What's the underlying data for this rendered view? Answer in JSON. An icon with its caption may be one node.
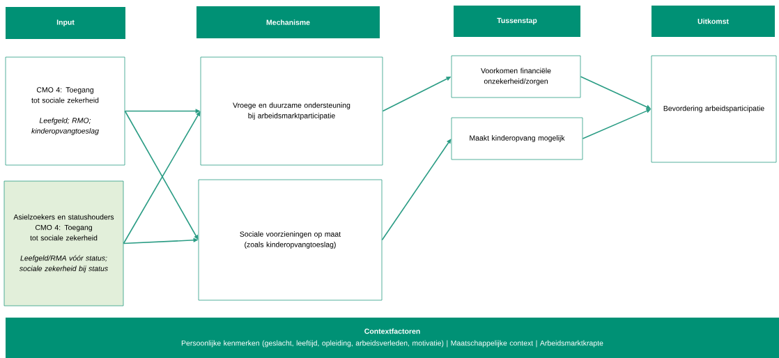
{
  "diagram": {
    "nodes": [
      {
        "text": [
          "Input"
        ]
      },
      {
        "text": [
          "Mechanisme"
        ]
      },
      {
        "text": [
          "Tussenstap"
        ]
      },
      {
        "text": [
          "Uitkomst"
        ]
      },
      {
        "text": [
          "CMO 4: Toegang tot sociale zekerheid",
          "Leefgeld; RMO; kinderopvangtoeslag"
        ]
      },
      {
        "text": [
          "Asielzoekers en statushouders",
          "CMO 4: Toegang tot sociale zekerheid",
          "Leefgeld/RMA vóór status;  sociale zekerheid bij status"
        ]
      },
      {
        "text": [
          "Vroege en duurzame ondersteuning bij arbeidsmarktparticipatie"
        ]
      },
      {
        "text": [
          "Sociale voorzieningen op maat (zoals kinderopvangtoeslag)"
        ]
      },
      {
        "text": [
          "Voorkomen financiële onzekerheid/zorgen"
        ]
      },
      {
        "text": [
          "Maakt kinderopvang mogelijk"
        ]
      },
      {
        "text": [
          "Bevordering arbeidsparticipatie"
        ]
      },
      {
        "text": [
          "Contextfactoren",
          "Persoonlijke kenmerken (geslacht, leeftijd, opleiding, arbeidsverleden, motivatie) | Maatschappelijke context | Arbeidsmarktkrapte"
        ]
      }
    ],
    "edges": [
      {
        "from": 4,
        "to": 6,
        "arrow": "to"
      },
      {
        "from": 4,
        "to": 7,
        "arrow": "to"
      },
      {
        "from": 5,
        "to": 6,
        "arrow": "to"
      },
      {
        "from": 5,
        "to": 7,
        "arrow": "to"
      },
      {
        "from": 6,
        "to": 8,
        "arrow": "to"
      },
      {
        "from": 7,
        "to": 9,
        "arrow": "to"
      },
      {
        "from": 8,
        "to": 10,
        "arrow": "to"
      },
      {
        "from": 9,
        "to": 10,
        "arrow": "to"
      }
    ]
  }
}
